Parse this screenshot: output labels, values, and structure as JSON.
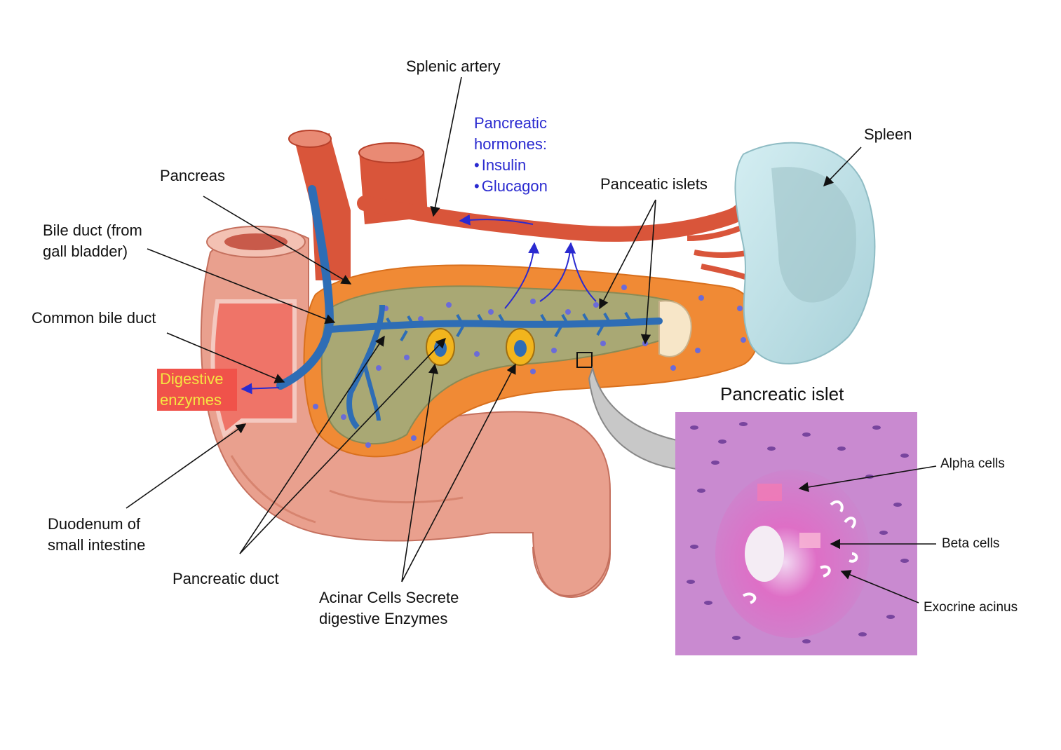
{
  "labels": {
    "splenic_artery": "Splenic artery",
    "spleen": "Spleen",
    "pancreas": "Pancreas",
    "bile_duct_line1": "Bile duct (from",
    "bile_duct_line2": "gall bladder)",
    "common_bile_duct": "Common bile duct",
    "duodenum_line1": "Duodenum of",
    "duodenum_line2": "small intestine",
    "pancreatic_duct": "Pancreatic duct",
    "acinar_line1": "Acinar Cells Secrete",
    "acinar_line2": "digestive Enzymes",
    "panceatic_islets": "Panceatic islets",
    "pancreatic_islet_title": "Pancreatic islet",
    "alpha_cells": "Alpha cells",
    "beta_cells": "Beta cells",
    "exocrine_acinus": "Exocrine acinus"
  },
  "hormones": {
    "title_line1": "Pancreatic",
    "title_line2": "hormones:",
    "items": [
      "Insulin",
      "Glucagon"
    ]
  },
  "digestive_enzymes": {
    "line1": "Digestive",
    "line2": "enzymes"
  },
  "colors": {
    "hormone_text": "#2a2ad0",
    "enzyme_text": "#f5e642",
    "enzyme_box": "#f0524a",
    "artery": "#d9553a",
    "duct": "#2e6db5",
    "spleen": "#b9dde4",
    "islet_tissue": "#c77ac8"
  }
}
